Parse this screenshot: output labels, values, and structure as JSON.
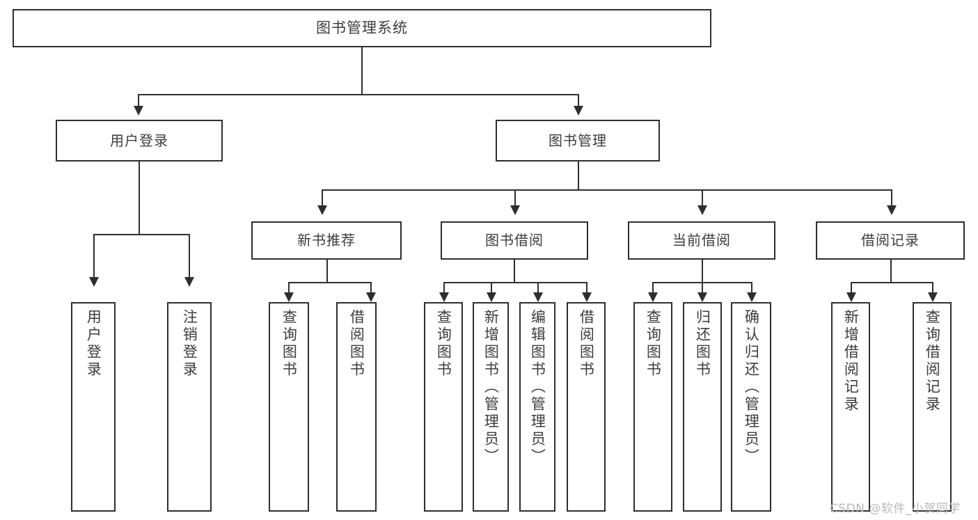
{
  "diagram": {
    "title": "图书管理系统",
    "type": "functional-structure-tree",
    "root": {
      "label": "图书管理系统"
    },
    "level2": [
      {
        "label": "用户登录"
      },
      {
        "label": "图书管理"
      }
    ],
    "level3": [
      {
        "label": "新书推荐"
      },
      {
        "label": "图书借阅"
      },
      {
        "label": "当前借阅"
      },
      {
        "label": "借阅记录"
      }
    ],
    "leaves": {
      "user_login": [
        {
          "label": "用户登录"
        },
        {
          "label": "注销登录"
        }
      ],
      "new_book_recommend": [
        {
          "label": "查询图书"
        },
        {
          "label": "借阅图书"
        }
      ],
      "book_borrow": [
        {
          "label": "查询图书"
        },
        {
          "label": "新增图书（管理员）"
        },
        {
          "label": "编辑图书（管理员）"
        },
        {
          "label": "借阅图书"
        }
      ],
      "current_borrow": [
        {
          "label": "查询图书"
        },
        {
          "label": "归还图书"
        },
        {
          "label": "确认归还（管理员）"
        }
      ],
      "borrow_record": [
        {
          "label": "新增借阅记录"
        },
        {
          "label": "查询借阅记录"
        }
      ]
    }
  },
  "watermark": {
    "text": "CSDN @软件_小贺同学"
  },
  "colors": {
    "stroke": "#2e2e2e",
    "text": "#3c3c3c",
    "background": "#ffffff",
    "watermark": "#b9b9b9"
  }
}
